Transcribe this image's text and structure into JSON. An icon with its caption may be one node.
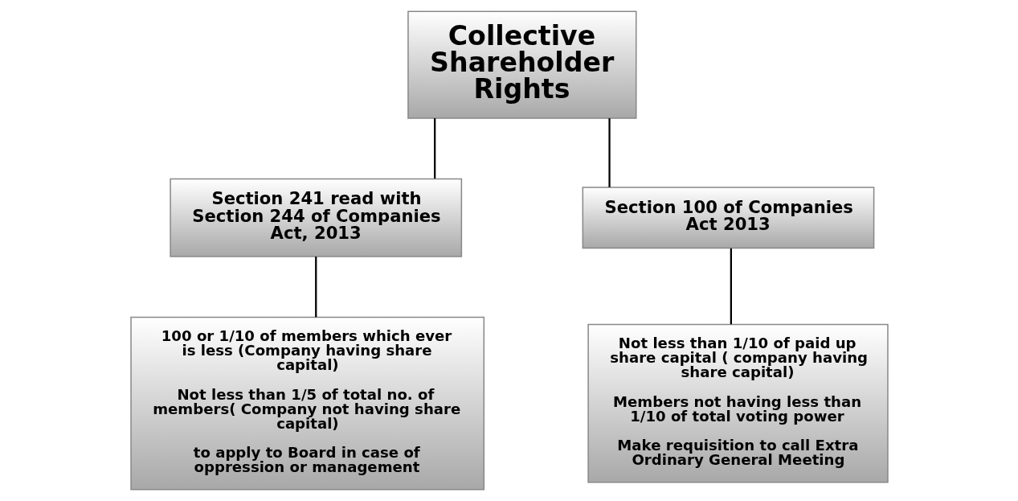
{
  "diagram": {
    "nodes": [
      {
        "text": [
          "Collective Shareholder Rights"
        ]
      },
      {
        "text": [
          "Section 241 read with Section 244 of Companies Act, 2013"
        ]
      },
      {
        "text": [
          "Section 100 of Companies Act 2013"
        ]
      },
      {
        "text": [
          "100 or 1/10 of members which ever is less (Company having share capital)",
          "Not less than 1/5 of total no. of members( Company not having share capital)",
          "to apply to Board in case of oppression or management"
        ]
      },
      {
        "text": [
          "Not less than 1/10 of paid up share capital ( company having share capital)",
          "Members not having less than 1/10 of total voting power",
          "Make requisition to call Extra Ordinary General Meeting"
        ]
      }
    ],
    "edges": [
      {
        "from": 0,
        "to": 1,
        "arrow": "none"
      },
      {
        "from": 0,
        "to": 2,
        "arrow": "none"
      },
      {
        "from": 1,
        "to": 3,
        "arrow": "none"
      },
      {
        "from": 2,
        "to": 4,
        "arrow": "none"
      }
    ]
  }
}
